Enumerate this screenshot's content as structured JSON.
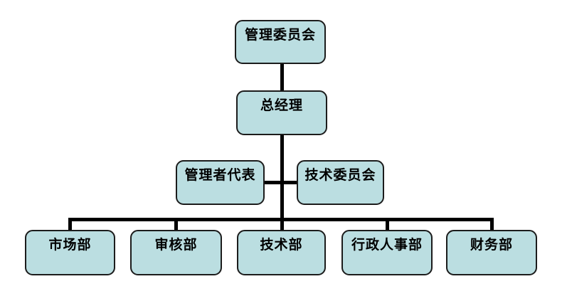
{
  "diagram": {
    "type": "org-chart",
    "colors": {
      "background": "#ffffff",
      "box_fill": "#bbdee1",
      "box_border": "#1c1c1c",
      "connector": "#000000",
      "text": "#000000"
    },
    "nodes": {
      "level1": {
        "label": "管理委员会"
      },
      "level2": {
        "label": "总经理"
      },
      "level3_left": {
        "label": "管理者代表"
      },
      "level3_right": {
        "label": "技术委员会"
      },
      "level4": [
        {
          "label": "市场部"
        },
        {
          "label": "审核部"
        },
        {
          "label": "技术部"
        },
        {
          "label": "行政人事部"
        },
        {
          "label": "财务部"
        }
      ]
    },
    "edges": [
      {
        "from": "管理委员会",
        "to": "总经理"
      },
      {
        "from": "总经理",
        "to": "管理者代表"
      },
      {
        "from": "总经理",
        "to": "技术委员会"
      },
      {
        "from": "总经理",
        "to": "市场部"
      },
      {
        "from": "总经理",
        "to": "审核部"
      },
      {
        "from": "总经理",
        "to": "技术部"
      },
      {
        "from": "总经理",
        "to": "行政人事部"
      },
      {
        "from": "总经理",
        "to": "财务部"
      }
    ]
  }
}
